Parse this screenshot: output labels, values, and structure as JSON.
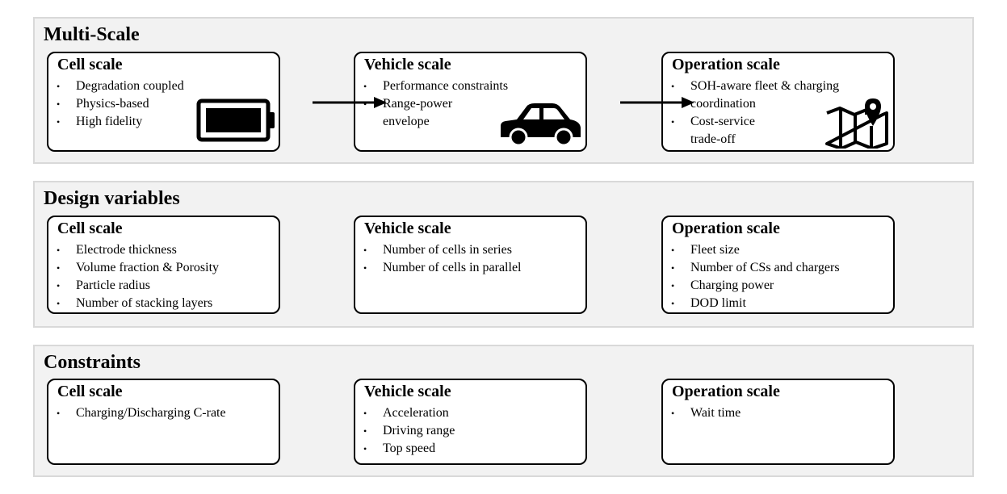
{
  "panels": [
    {
      "title": "Multi-Scale",
      "boxes": [
        {
          "title": "Cell scale",
          "items": [
            "Degradation  coupled",
            "Physics-based",
            "High fidelity"
          ]
        },
        {
          "title": "Vehicle scale",
          "items": [
            "Performance constraints",
            "Range-power",
            "envelope"
          ]
        },
        {
          "title": "Operation scale",
          "items": [
            "SOH-aware fleet & charging",
            "coordination",
            "Cost-service",
            "trade-off"
          ]
        }
      ]
    },
    {
      "title": "Design variables",
      "boxes": [
        {
          "title": "Cell scale",
          "items": [
            "Electrode thickness",
            "Volume  fraction & Porosity",
            "Particle radius",
            "Number of stacking layers"
          ]
        },
        {
          "title": "Vehicle scale",
          "items": [
            "Number of cells  in series",
            "Number of cells  in parallel"
          ]
        },
        {
          "title": "Operation scale",
          "items": [
            "Fleet size",
            "Number of CSs and chargers",
            "Charging  power",
            "DOD limit"
          ]
        }
      ]
    },
    {
      "title": "Constraints",
      "boxes": [
        {
          "title": "Cell scale",
          "items": [
            "Charging/Discharging  C-rate"
          ]
        },
        {
          "title": "Vehicle scale",
          "items": [
            "Acceleration",
            "Driving  range",
            "Top speed"
          ]
        },
        {
          "title": "Operation scale",
          "items": [
            "Wait time"
          ]
        }
      ]
    }
  ],
  "icons": {
    "cell": "battery-icon",
    "vehicle": "car-icon",
    "operation": "map-pin-icon"
  }
}
